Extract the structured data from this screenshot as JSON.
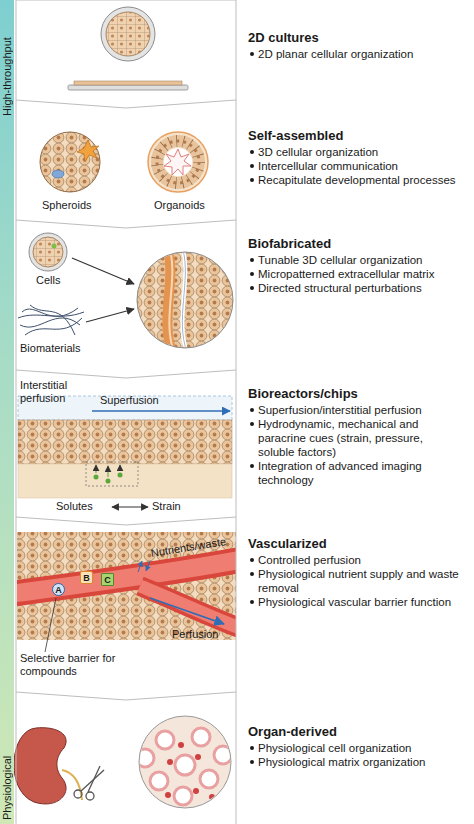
{
  "diagram": {
    "nodes": [
      {
        "text": [
          "High-throughput",
          "Physiological"
        ]
      },
      {
        "text": [
          "2D cultures",
          "2D planar cellular organization"
        ]
      },
      {
        "text": [
          "Self-assembled",
          "3D cellular organization",
          "Intercellular communication",
          "Recapitulate developmental processes"
        ]
      },
      {
        "text": [
          "Biofabricated",
          "Tunable 3D cellular organization",
          "Micropatterned extracellular matrix",
          "Directed structural perturbations"
        ]
      },
      {
        "text": [
          "Bioreactors/chips",
          "Superfusion/interstitial perfusion",
          "Hydrodynamic, mechanical and paracrine cues (strain, pressure, soluble factors)",
          "Integration of advanced imaging technology"
        ]
      },
      {
        "text": [
          "Vascularized",
          "Controlled perfusion",
          "Physiological nutrient supply and waste removal",
          "Physiological vascular barrier function"
        ]
      },
      {
        "text": [
          "A"
        ],
        "in": 5
      },
      {
        "text": [
          "B"
        ],
        "in": 5
      },
      {
        "text": [
          "C"
        ],
        "in": 5
      },
      {
        "text": [
          "Organ-derived",
          "Physiological cell organization",
          "Physiological matrix organization"
        ]
      }
    ],
    "labels": [
      "Spheroids",
      "Organoids",
      "Cells",
      "Biomaterials",
      "Interstitial perfusion",
      "Superfusion",
      "Solutes",
      "Strain",
      "Nutrients/waste",
      "Perfusion",
      "Selective barrier for compounds"
    ]
  }
}
